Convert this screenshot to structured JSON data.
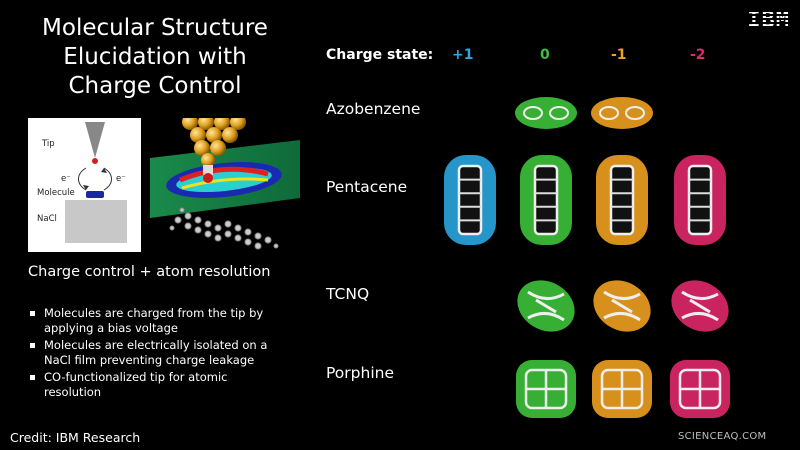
{
  "title": [
    "Molecular Structure",
    "Elucidation with",
    "Charge Control"
  ],
  "logo": "IBM",
  "diagram": {
    "tip_label": "Tip",
    "e_left": "e⁻",
    "e_right": "e⁻",
    "molecule_label": "Molecule",
    "nacl_label": "NaCl"
  },
  "subtitle": "Charge control + atom resolution",
  "bullets": [
    [
      "Molecules are charged from the tip by",
      "applying a bias voltage"
    ],
    [
      "Molecules are electrically isolated on a",
      "NaCl film preventing charge leakage"
    ],
    [
      "CO-functionalized tip for atomic",
      "resolution"
    ]
  ],
  "credit": "Credit: IBM Research",
  "watermark": "SCIENCEAQ.COM",
  "charge_header": {
    "label": "Charge state:",
    "states": [
      {
        "label": "+1",
        "color": "#2aa6e0"
      },
      {
        "label": "0",
        "color": "#3cc23a"
      },
      {
        "label": "-1",
        "color": "#f0a020"
      },
      {
        "label": "-2",
        "color": "#e0286a"
      }
    ]
  },
  "molecules": [
    {
      "name": "Azobenzene",
      "charge_states_shown": [
        "0",
        "-1"
      ]
    },
    {
      "name": "Pentacene",
      "charge_states_shown": [
        "+1",
        "0",
        "-1",
        "-2"
      ]
    },
    {
      "name": "TCNQ",
      "charge_states_shown": [
        "0",
        "-1",
        "-2"
      ]
    },
    {
      "name": "Porphine",
      "charge_states_shown": [
        "0",
        "-1",
        "-2"
      ]
    }
  ]
}
